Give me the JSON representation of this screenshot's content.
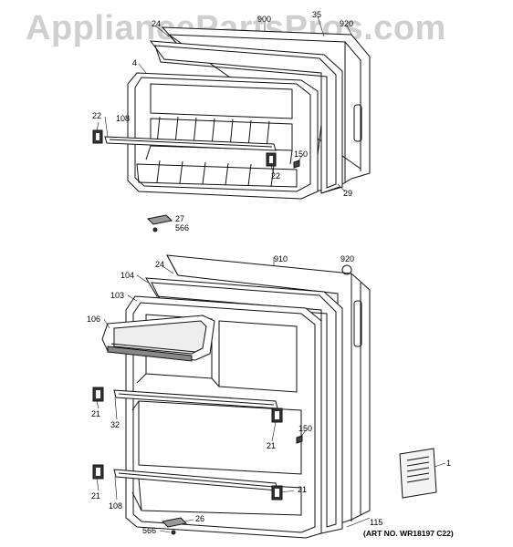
{
  "watermark": "AppliancePartsPros.com",
  "art_number": "(ART NO. WR18197 C22)",
  "upper_door": {
    "callouts": {
      "c24": "24",
      "c900": "900",
      "c35": "35",
      "c920": "920",
      "c4": "4",
      "c22a": "22",
      "c108": "108",
      "c150": "150",
      "c22b": "22",
      "c29": "29",
      "c27": "27",
      "c566": "566"
    }
  },
  "lower_door": {
    "callouts": {
      "c24": "24",
      "c910": "910",
      "c920": "920",
      "c104": "104",
      "c103": "103",
      "c106": "106",
      "c21a": "21",
      "c32": "32",
      "c150": "150",
      "c21b": "21",
      "c21c": "21",
      "c108": "108",
      "c21d": "21",
      "c1": "1",
      "c566": "566",
      "c26": "26",
      "c115": "115"
    }
  }
}
